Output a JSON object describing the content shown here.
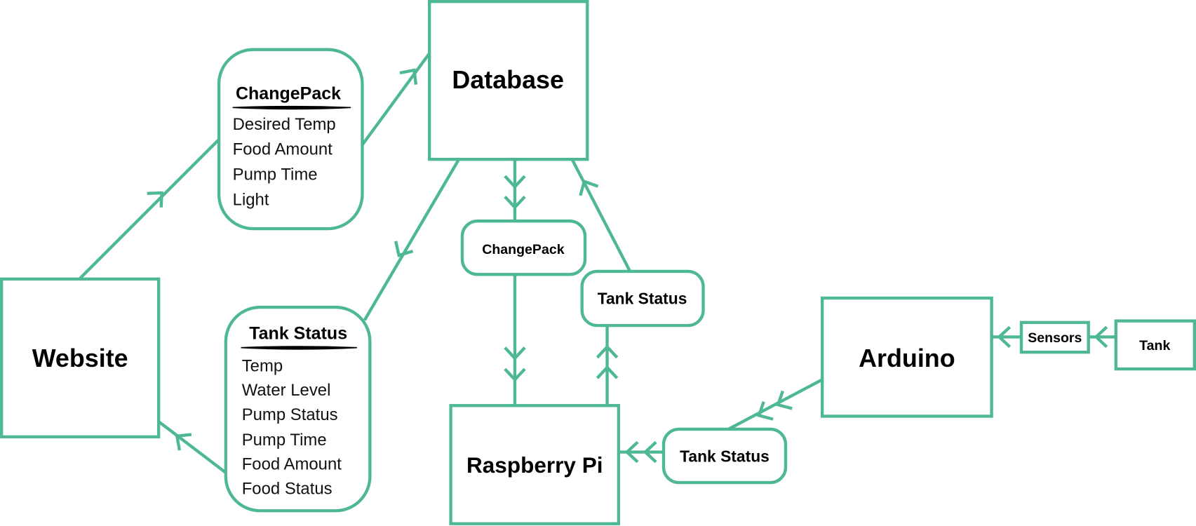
{
  "accent_color": "#4db892",
  "nodes": {
    "website": "Website",
    "database": "Database",
    "raspberry_pi": "Raspberry Pi",
    "arduino": "Arduino",
    "sensors": "Sensors",
    "tank": "Tank"
  },
  "changepack_card": {
    "title": "ChangePack",
    "items": [
      "Desired Temp",
      "Food Amount",
      "Pump Time",
      "Light"
    ]
  },
  "tank_status_card": {
    "title": "Tank Status",
    "items": [
      "Temp",
      "Water Level",
      "Pump Status",
      "Pump Time",
      "Food Amount",
      "Food Status"
    ]
  },
  "labels": {
    "changepack_mid": "ChangePack",
    "tank_status_mid": "Tank Status",
    "tank_status_bottom": "Tank Status"
  }
}
